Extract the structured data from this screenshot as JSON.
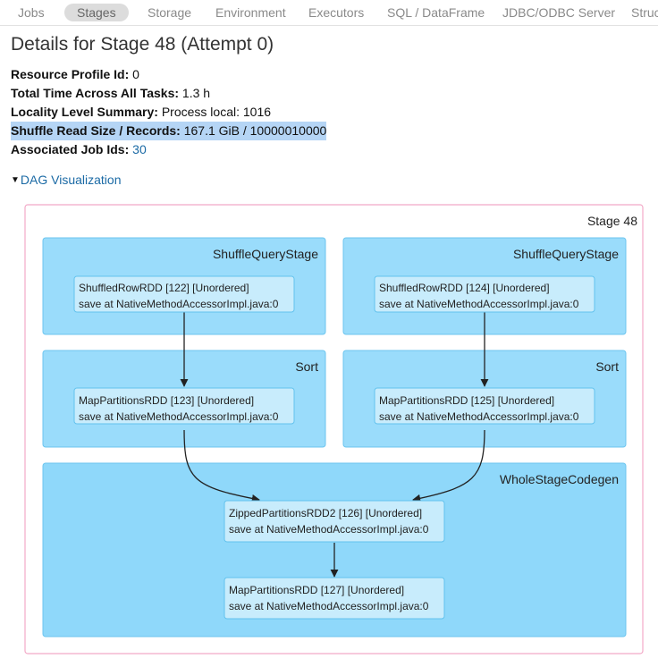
{
  "nav": {
    "tabs": [
      {
        "label": "Jobs",
        "active": false
      },
      {
        "label": "Stages",
        "active": true
      },
      {
        "label": "Storage",
        "active": false
      },
      {
        "label": "Environment",
        "active": false
      },
      {
        "label": "Executors",
        "active": false
      },
      {
        "label": "SQL / DataFrame",
        "active": false
      },
      {
        "label": "JDBC/ODBC Server",
        "active": false
      },
      {
        "label": "Struc",
        "active": false
      }
    ]
  },
  "page": {
    "title": "Details for Stage 48 (Attempt 0)"
  },
  "summary": {
    "resource_profile": {
      "label": "Resource Profile Id:",
      "value": "0"
    },
    "total_time": {
      "label": "Total Time Across All Tasks:",
      "value": "1.3 h"
    },
    "locality": {
      "label": "Locality Level Summary:",
      "value": "Process local: 1016"
    },
    "shuffle_read": {
      "label": "Shuffle Read Size / Records:",
      "value": "167.1 GiB / 10000010000"
    },
    "job_ids": {
      "label": "Associated Job Ids:",
      "value": "30"
    }
  },
  "dag": {
    "toggle_label": "DAG Visualization",
    "stage_label": "Stage 48",
    "clusters": {
      "shuffle_left": "ShuffleQueryStage",
      "shuffle_right": "ShuffleQueryStage",
      "sort_left": "Sort",
      "sort_right": "Sort",
      "wholestage": "WholeStageCodegen"
    },
    "nodes": {
      "n122": {
        "line1": "ShuffledRowRDD [122] [Unordered]",
        "line2": "save at NativeMethodAccessorImpl.java:0"
      },
      "n124": {
        "line1": "ShuffledRowRDD [124] [Unordered]",
        "line2": "save at NativeMethodAccessorImpl.java:0"
      },
      "n123": {
        "line1": "MapPartitionsRDD [123] [Unordered]",
        "line2": "save at NativeMethodAccessorImpl.java:0"
      },
      "n125": {
        "line1": "MapPartitionsRDD [125] [Unordered]",
        "line2": "save at NativeMethodAccessorImpl.java:0"
      },
      "n126": {
        "line1": "ZippedPartitionsRDD2 [126] [Unordered]",
        "line2": "save at NativeMethodAccessorImpl.java:0"
      },
      "n127": {
        "line1": "MapPartitionsRDD [127] [Unordered]",
        "line2": "save at NativeMethodAccessorImpl.java:0"
      }
    }
  }
}
